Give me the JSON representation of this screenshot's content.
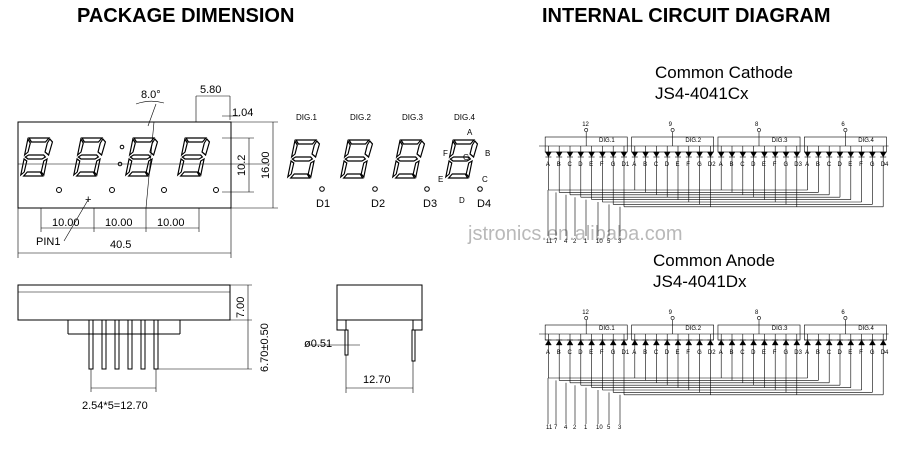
{
  "titles": {
    "package": "PACKAGE  DIMENSION",
    "internal": "INTERNAL CIRCUIT DIAGRAM"
  },
  "front_view": {
    "dims": {
      "angle": "8.0°",
      "top_a": "5.80",
      "top_b": "1.04",
      "h_inner": "10.2",
      "h_outer": "16.00",
      "pitch1": "10.00",
      "pitch2": "10.00",
      "pitch3": "10.00",
      "pin1": "PIN1",
      "width": "40.5"
    }
  },
  "digit_labels": {
    "dig1": "DIG.1",
    "dig2": "DIG.2",
    "dig3": "DIG.3",
    "dig4": "DIG.4",
    "d1": "D1",
    "d2": "D2",
    "d3": "D3",
    "d4": "D4",
    "segments": {
      "A": "A",
      "B": "B",
      "C": "C",
      "D": "D",
      "E": "E",
      "F": "F",
      "G": "G"
    }
  },
  "side_view": {
    "dims": {
      "height": "7.00",
      "pin_len": "6.70±0.50",
      "pin_pitch": "2.54*5=12.70"
    }
  },
  "end_view": {
    "dims": {
      "pin_dia": "ø0.51",
      "row_spacing": "12.70"
    }
  },
  "circuits": [
    {
      "title": "Common Cathode",
      "part": "JS4-4041Cx",
      "common_pins": [
        "12",
        "9",
        "8",
        "6"
      ],
      "digits": [
        "DIG.1",
        "DIG.2",
        "DIG.3",
        "DIG.4"
      ],
      "segment_labels": [
        "A",
        "B",
        "C",
        "D",
        "E",
        "F",
        "G",
        "D1",
        "A",
        "B",
        "C",
        "D",
        "E",
        "F",
        "G",
        "D2",
        "A",
        "B",
        "C",
        "D",
        "E",
        "F",
        "G",
        "D3",
        "A",
        "B",
        "C",
        "D",
        "E",
        "F",
        "G",
        "D4"
      ],
      "bottom_pins": [
        "11",
        "7",
        "4",
        "2",
        "1",
        "10",
        "5",
        "3"
      ]
    },
    {
      "title": "Common Anode",
      "part": "JS4-4041Dx",
      "common_pins": [
        "12",
        "9",
        "8",
        "6"
      ],
      "digits": [
        "DIG.1",
        "DIG.2",
        "DIG.3",
        "DIG.4"
      ],
      "segment_labels": [
        "A",
        "B",
        "C",
        "D",
        "E",
        "F",
        "G",
        "D1",
        "A",
        "B",
        "C",
        "D",
        "E",
        "F",
        "G",
        "D2",
        "A",
        "B",
        "C",
        "D",
        "E",
        "F",
        "G",
        "D3",
        "A",
        "B",
        "C",
        "D",
        "E",
        "F",
        "G",
        "D4"
      ],
      "bottom_pins": [
        "11",
        "7",
        "4",
        "2",
        "1",
        "10",
        "5",
        "3"
      ]
    }
  ],
  "watermark": "jstronics.en.alibaba.com"
}
